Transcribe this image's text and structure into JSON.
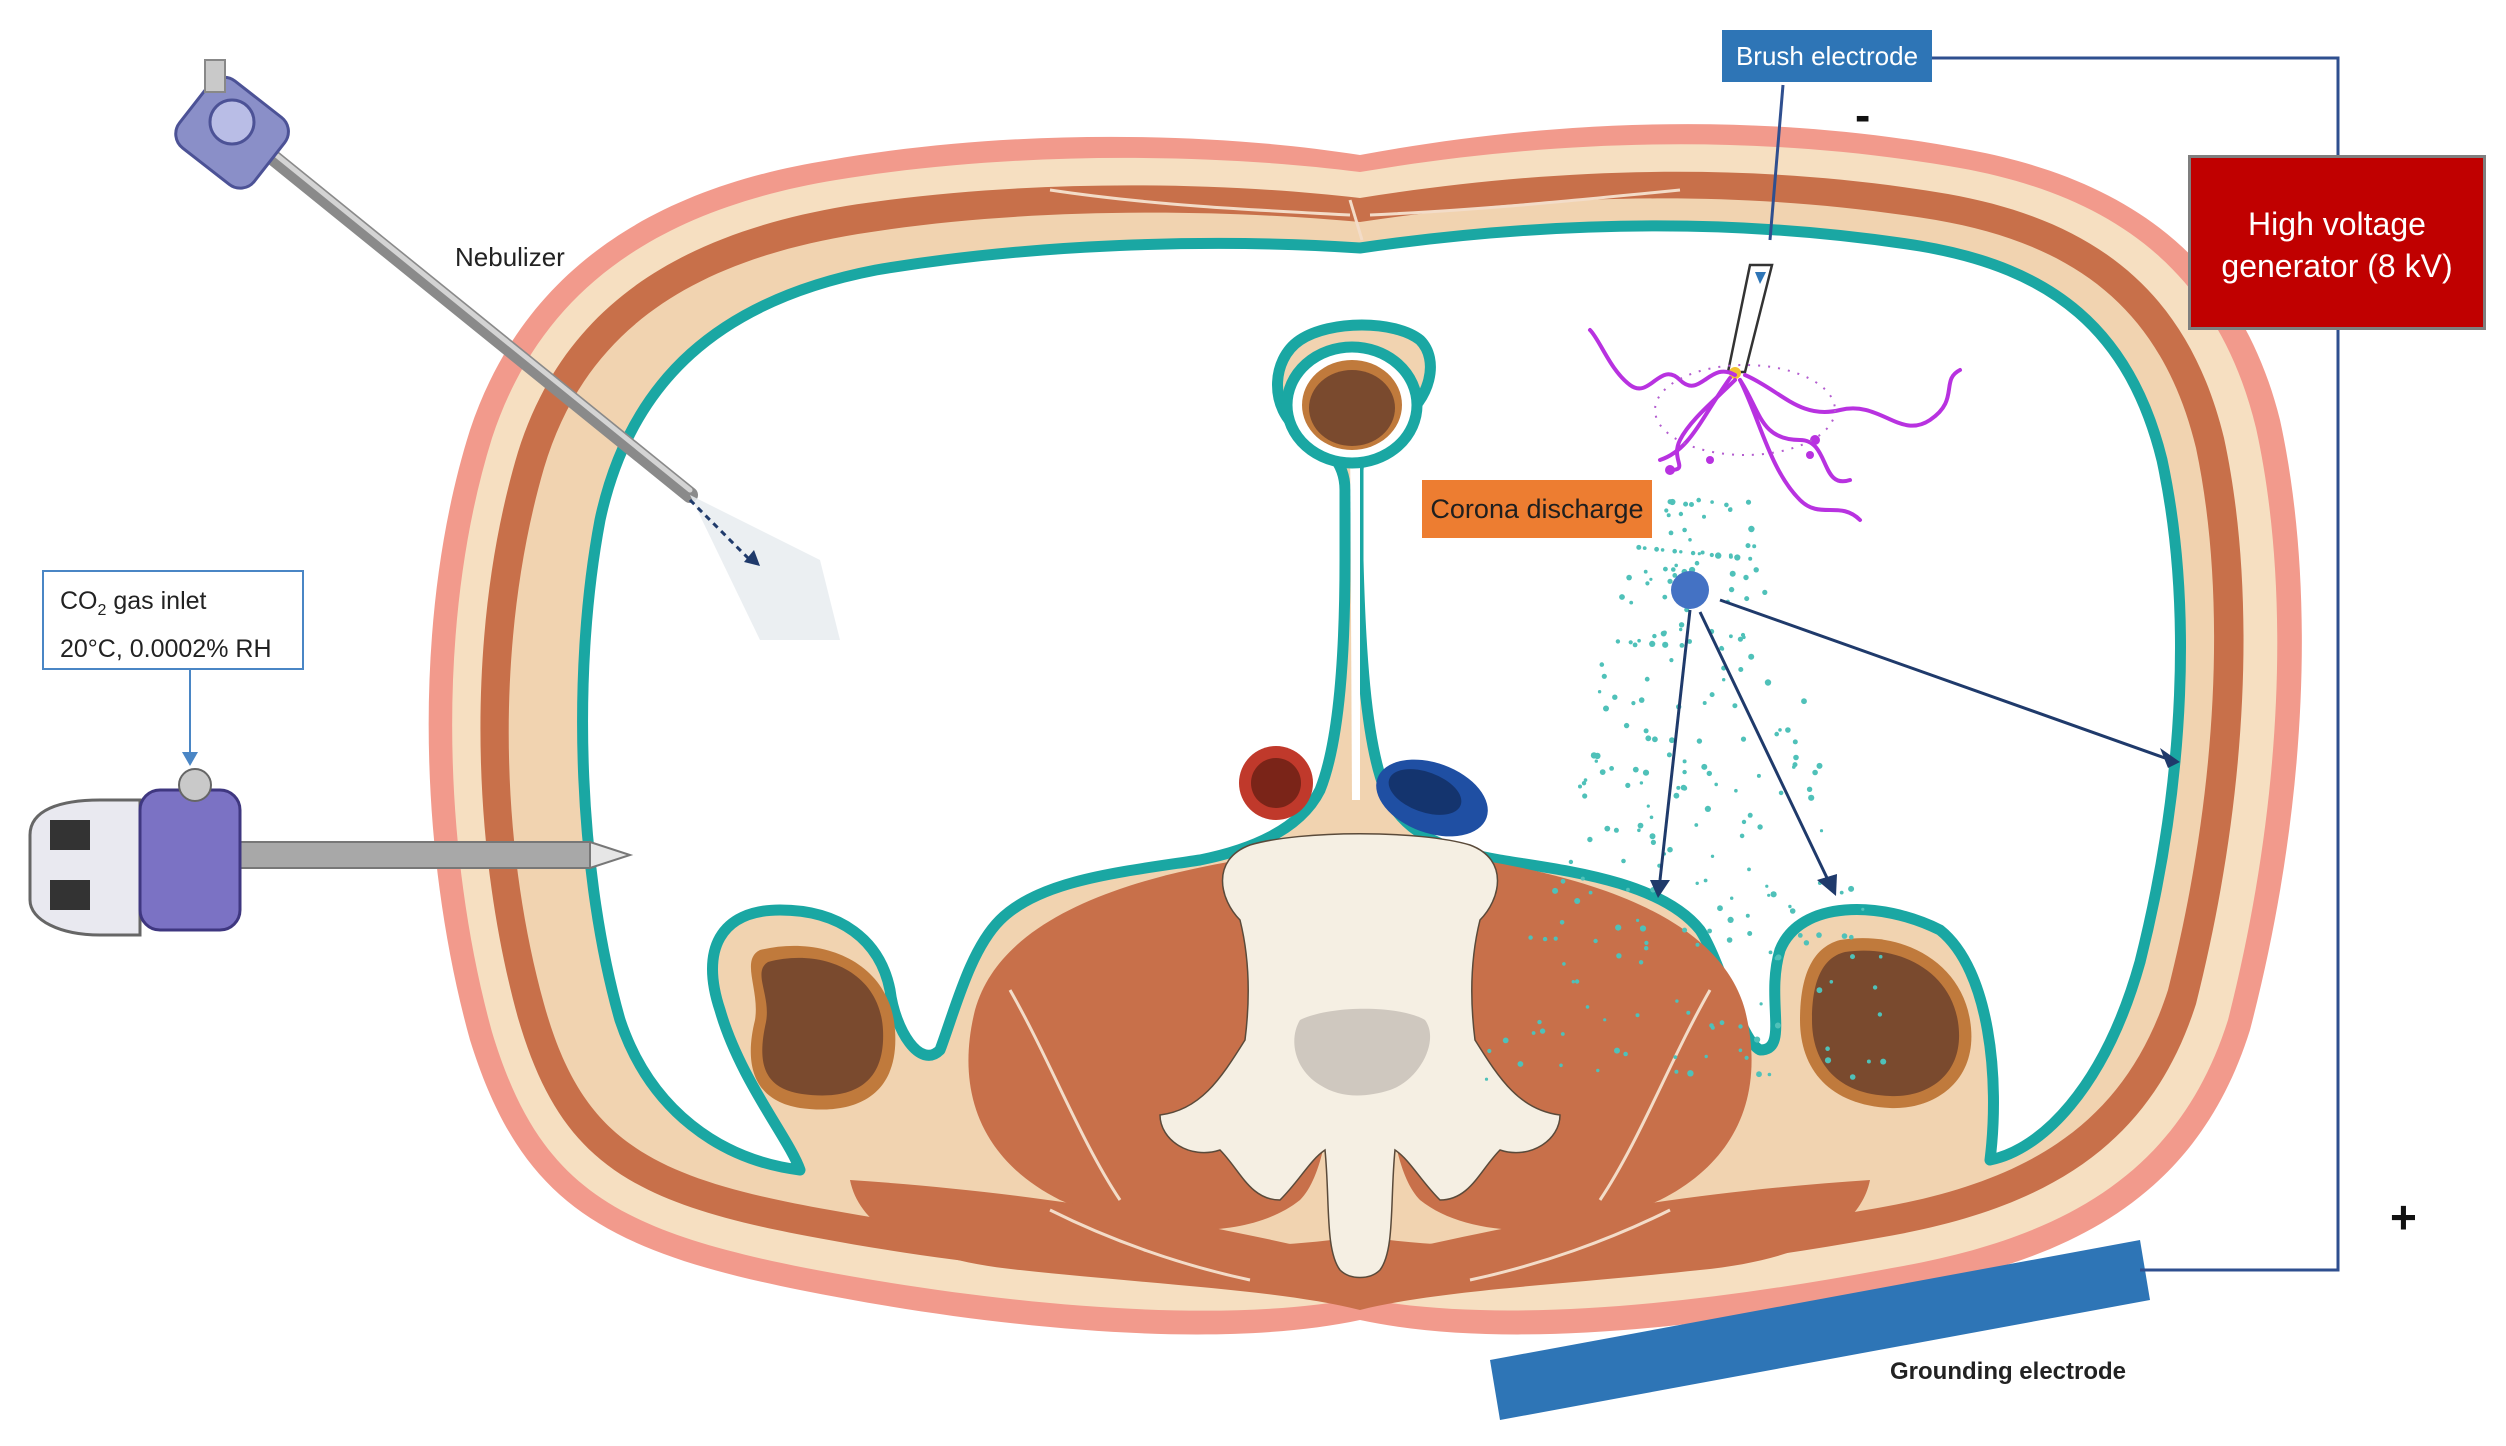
{
  "labels": {
    "nebulizer": "Nebulizer",
    "co2_inlet_line1_pre": "CO",
    "co2_inlet_line1_sub": "2",
    "co2_inlet_line1_post": " gas inlet",
    "co2_inlet_line2": "20°C, 0.0002% RH",
    "brush_electrode": "Brush electrode",
    "high_voltage_line1": "High voltage",
    "high_voltage_line2": "generator (8 kV)",
    "corona_discharge": "Corona discharge",
    "grounding_electrode": "Grounding electrode",
    "minus_sign": "-",
    "plus_sign": "+"
  },
  "colors": {
    "skin": "#f29a8c",
    "fat": "#f6dfc1",
    "muscle": "#c8704a",
    "peritoneum": "#1aa7a3",
    "kidney": "#7a4a2e",
    "aorta": "#c0392b",
    "vena_cava": "#1f4fa3",
    "bone": "#f5efe3",
    "accent_blue": "#2e75b6",
    "generator_red": "#c00000",
    "corona_orange": "#ed7d31",
    "wire": "#2f4f8f",
    "plasma_purple": "#b832e0"
  }
}
